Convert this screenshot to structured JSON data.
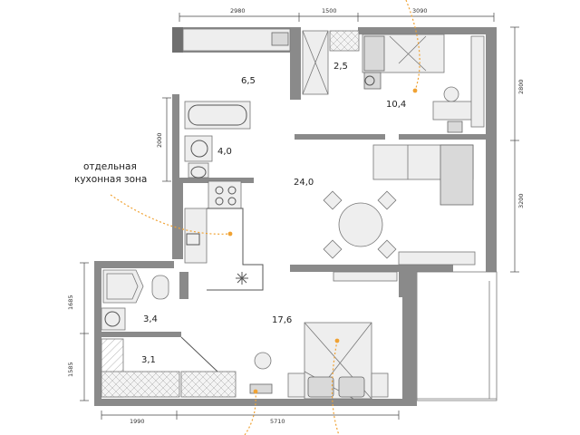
{
  "dimensions": {
    "top_1": "2980",
    "top_2": "1500",
    "top_3": "3090",
    "right_1": "2800",
    "right_2": "3200",
    "left_1": "2000",
    "left_2": "1685",
    "left_3": "1585",
    "bottom_1": "1990",
    "bottom_2": "5710"
  },
  "areas": {
    "hall": "6,5",
    "wardrobe": "2,5",
    "bedroom_small": "10,4",
    "bathroom_1": "4,0",
    "living": "24,0",
    "bathroom_2": "3,4",
    "storage": "3,1",
    "bedroom_main": "17,6"
  },
  "note": {
    "line1": "отдельная",
    "line2": "кухонная зона"
  },
  "colors": {
    "wall": "#8a8a8a",
    "accent": "#f0a233"
  }
}
